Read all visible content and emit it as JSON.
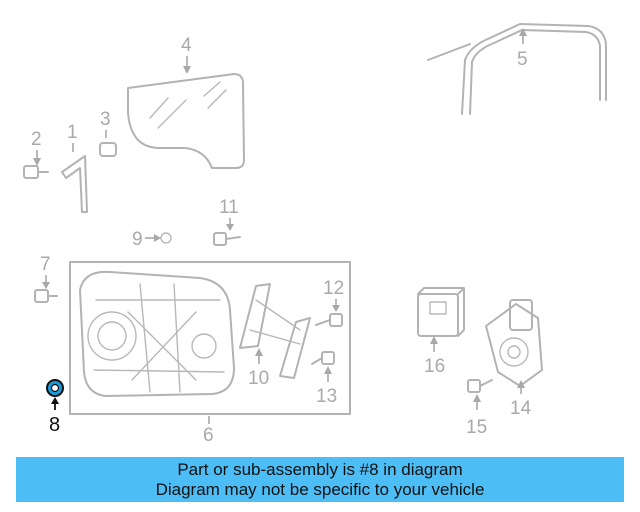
{
  "callouts": {
    "c1": "1",
    "c2": "2",
    "c3": "3",
    "c4": "4",
    "c5": "5",
    "c6": "6",
    "c7": "7",
    "c8": "8",
    "c9": "9",
    "c10": "10",
    "c11": "11",
    "c12": "12",
    "c13": "13",
    "c14": "14",
    "c15": "15",
    "c16": "16"
  },
  "highlighted_part": "8",
  "colors": {
    "banner": "#4dbdf5",
    "highlight": "#111111",
    "muted": "#a9a9a9"
  },
  "banner": {
    "line1": "Part or sub-assembly is #8 in diagram",
    "line2": "Diagram may not be specific to your vehicle"
  }
}
